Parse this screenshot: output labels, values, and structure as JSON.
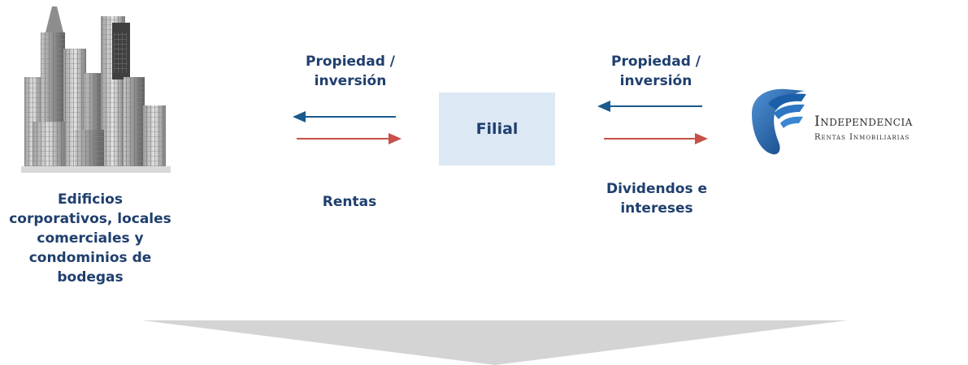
{
  "nodes": {
    "buildings_label": "Edificios corporativos, locales comerciales y condominios de bodegas",
    "filial_label": "Filial"
  },
  "edges": {
    "left_top_label": "Propiedad / inversión",
    "left_bottom_label": "Rentas",
    "right_top_label": "Propiedad / inversión",
    "right_bottom_label": "Dividendos e intereses"
  },
  "brand": {
    "name": "Independencia",
    "subtitle": "Rentas Inmobiliarias"
  },
  "colors": {
    "label_text": "#1f3f6e",
    "arrow_blue": "#1a5a8c",
    "arrow_red": "#c9504a",
    "filial_fill": "#dde8f5",
    "bottom_arrow": "#d4d4d4",
    "logo_blue": "#1b5fa8"
  },
  "icons": {
    "buildings": "skyscrapers-illustration",
    "logo": "independencia-logo"
  }
}
